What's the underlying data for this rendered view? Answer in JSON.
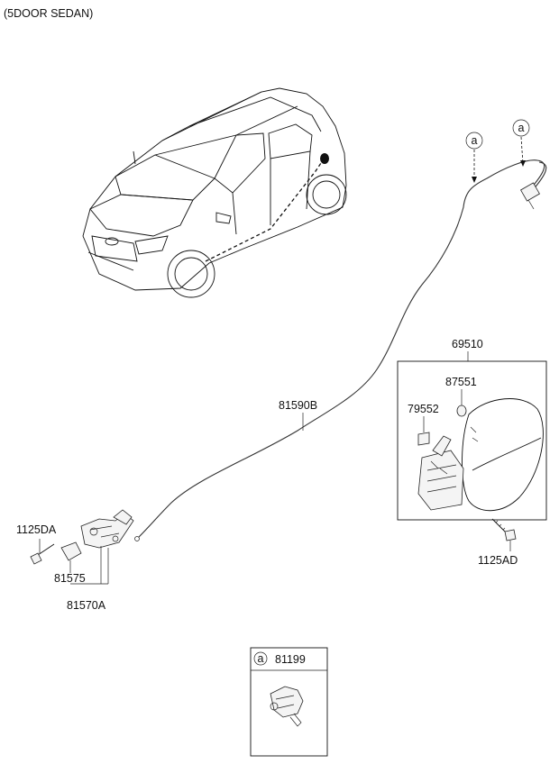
{
  "title": "(5DOOR SEDAN)",
  "ref_mark": "a",
  "parts": {
    "cable": "81590B",
    "door_assy": "69510",
    "bumper": "87551",
    "spring": "79552",
    "screw_right": "1125AD",
    "screw_left": "1125DA",
    "lever_cap": "81575",
    "lever_assy": "81570A",
    "connector": "81199"
  },
  "colors": {
    "line": "#111111",
    "background": "#ffffff"
  }
}
